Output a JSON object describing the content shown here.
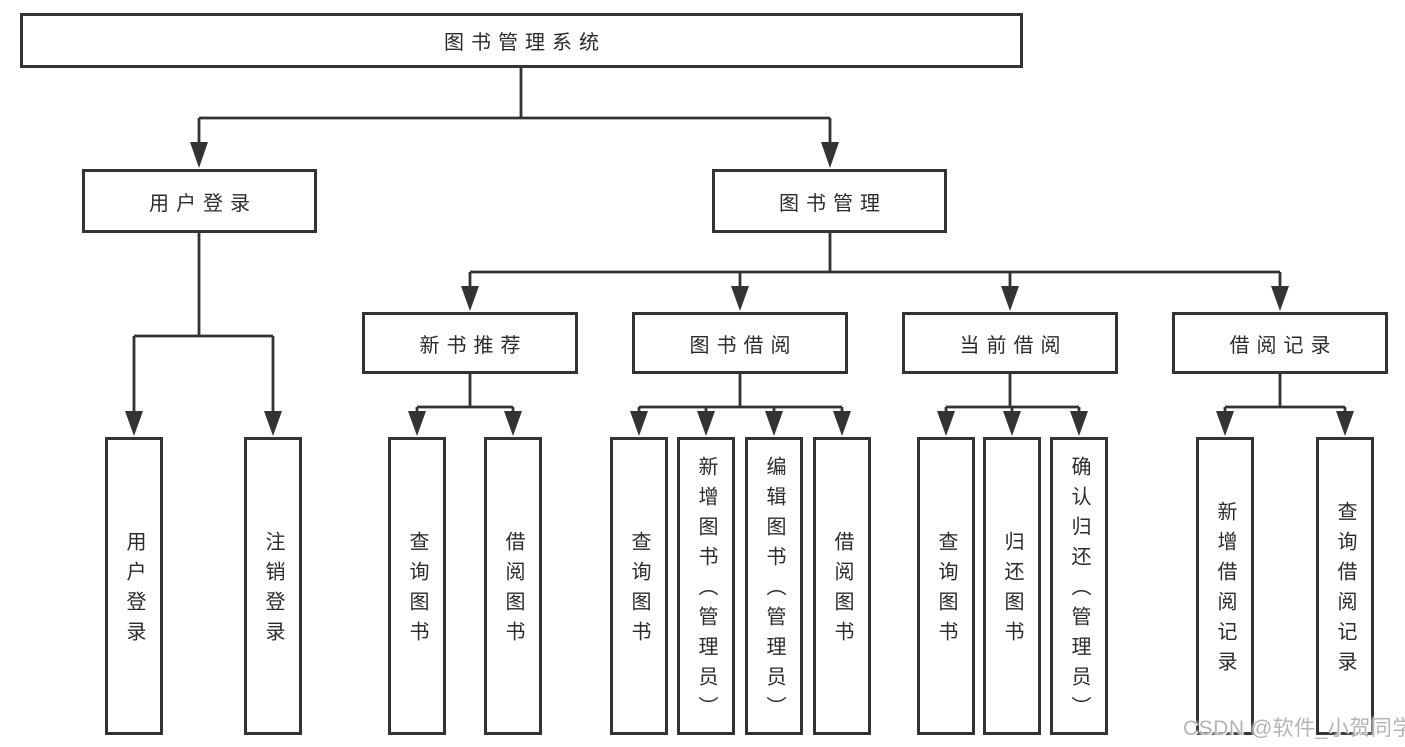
{
  "diagram_type": "hierarchy-tree",
  "tree": {
    "label": "图书管理系统",
    "children": [
      {
        "label": "用户登录",
        "children": [
          {
            "label": "用户登录"
          },
          {
            "label": "注销登录"
          }
        ]
      },
      {
        "label": "图书管理",
        "children": [
          {
            "label": "新书推荐",
            "children": [
              {
                "label": "查询图书"
              },
              {
                "label": "借阅图书"
              }
            ]
          },
          {
            "label": "图书借阅",
            "children": [
              {
                "label": "查询图书"
              },
              {
                "label": "新增图书（管理员）"
              },
              {
                "label": "编辑图书（管理员）"
              },
              {
                "label": "借阅图书"
              }
            ]
          },
          {
            "label": "当前借阅",
            "children": [
              {
                "label": "查询图书"
              },
              {
                "label": "归还图书"
              },
              {
                "label": "确认归还（管理员）"
              }
            ]
          },
          {
            "label": "借阅记录",
            "children": [
              {
                "label": "新增借阅记录"
              },
              {
                "label": "查询借阅记录"
              }
            ]
          }
        ]
      }
    ]
  },
  "watermark": "CSDN @软件_小贺同学",
  "colors": {
    "line": "#333333",
    "box_border": "#333333",
    "box_fill": "#ffffff",
    "text": "#2b2b2b",
    "background": "#ffffff",
    "watermark": "#b4b4b4"
  }
}
